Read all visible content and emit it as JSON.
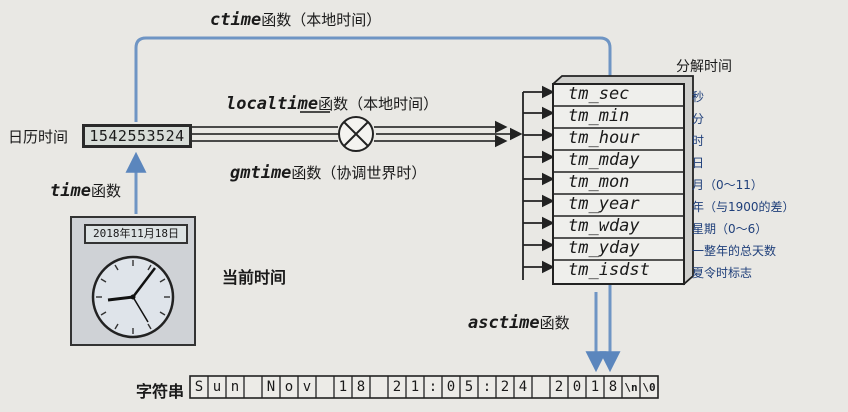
{
  "ctime": {
    "name": "ctime",
    "suffix": "函数（本地时间）"
  },
  "localtime": {
    "name": "localtime",
    "suffix": "函数（本地时间）"
  },
  "gmtime": {
    "name": "gmtime",
    "suffix": "函数（协调世界时）"
  },
  "time_fn": {
    "name": "time",
    "suffix": "函数"
  },
  "asctime": {
    "name": "asctime",
    "suffix": "函数"
  },
  "calendar_time": {
    "label": "日历时间",
    "value": "1542553524"
  },
  "current_time": {
    "label": "当前时间",
    "date": "2018年11月18日"
  },
  "struct_title": "分解时间",
  "struct_fields": [
    {
      "name": "tm_sec",
      "desc": "秒"
    },
    {
      "name": "tm_min",
      "desc": "分"
    },
    {
      "name": "tm_hour",
      "desc": "时"
    },
    {
      "name": "tm_mday",
      "desc": "日"
    },
    {
      "name": "tm_mon",
      "desc": "月（0～11）"
    },
    {
      "name": "tm_year",
      "desc": "年（与1900的差）"
    },
    {
      "name": "tm_wday",
      "desc": "星期（0～6）"
    },
    {
      "name": "tm_yday",
      "desc": "一整年的总天数"
    },
    {
      "name": "tm_isdst",
      "desc": "夏令时标志"
    }
  ],
  "string_label": "字符串",
  "string_chars": [
    "S",
    "u",
    "n",
    " ",
    "N",
    "o",
    "v",
    " ",
    "1",
    "8",
    " ",
    "2",
    "1",
    ":",
    "0",
    "5",
    ":",
    "2",
    "4",
    " ",
    "2",
    "0",
    "1",
    "8",
    "\\n",
    "\\0"
  ],
  "colors": {
    "arrow_blue": "#6f95c4",
    "line_dark": "#2a2a2a",
    "accent_text": "#1f3f7a"
  }
}
